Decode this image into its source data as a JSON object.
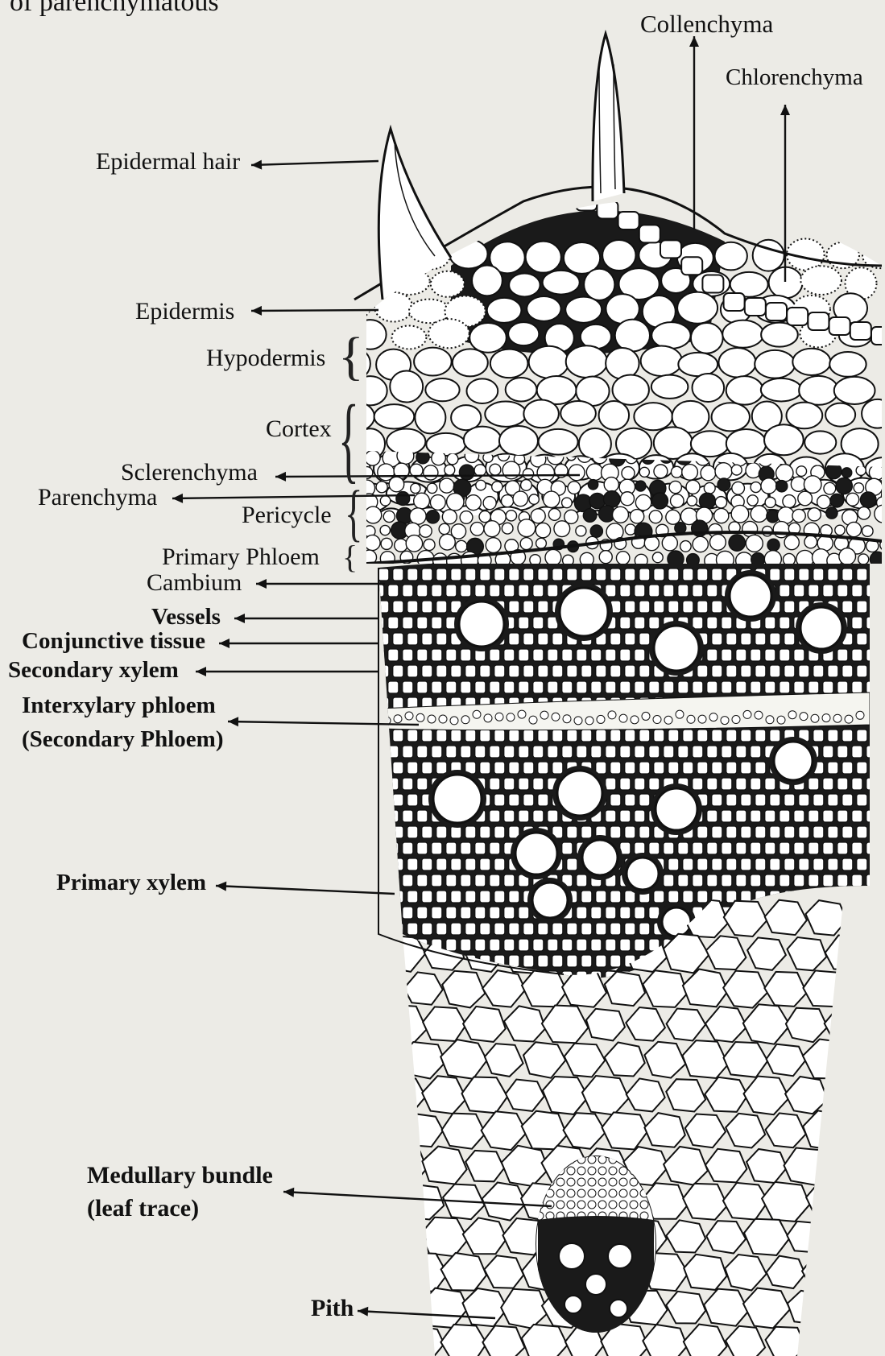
{
  "diagram": {
    "header_fragment": "of parenchymatous",
    "labels": {
      "collenchyma": "Collenchyma",
      "chlorenchyma": "Chlorenchyma",
      "epidermal_hair": "Epidermal hair",
      "epidermis": "Epidermis",
      "hypodermis": "Hypodermis",
      "cortex": "Cortex",
      "sclerenchyma": "Sclerenchyma",
      "parenchyma": "Parenchyma",
      "pericycle": "Pericycle",
      "primary_phloem": "Primary Phloem",
      "cambium": "Cambium",
      "vessels": "Vessels",
      "conjunctive_tissue": "Conjunctive tissue",
      "secondary_xylem": "Secondary xylem",
      "interxylary_phloem": "Interxylary phloem",
      "secondary_phloem": "(Secondary Phloem)",
      "primary_xylem": "Primary xylem",
      "medullary_bundle": "Medullary bundle",
      "leaf_trace": "(leaf trace)",
      "pith": "Pith"
    },
    "colors": {
      "paper": "#ecebe6",
      "ink": "#111111",
      "cell_fill": "#ffffff",
      "dark_fill": "#1a1a1a"
    }
  }
}
